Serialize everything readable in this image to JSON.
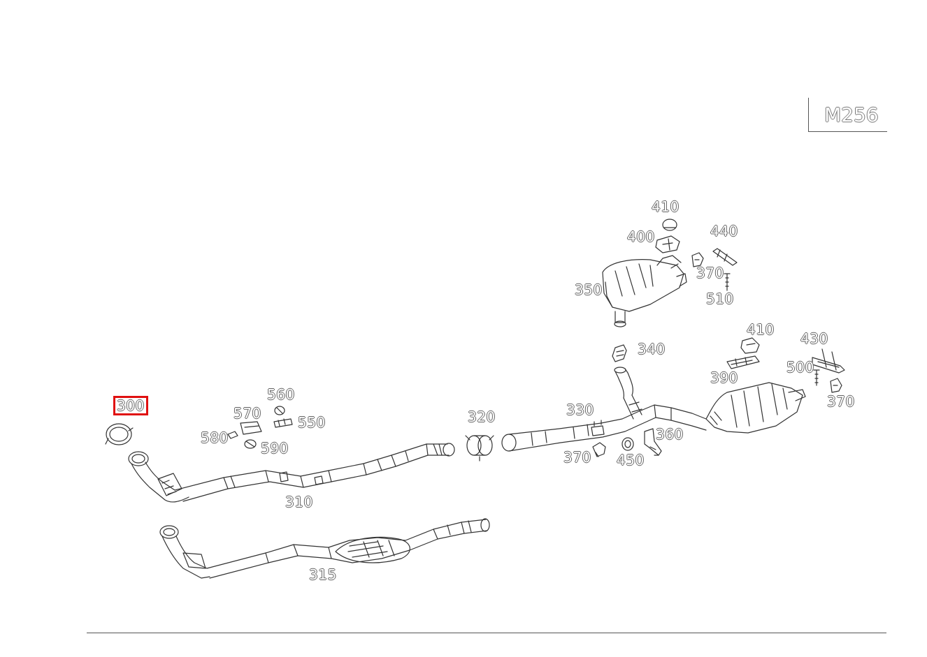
{
  "model": "M256",
  "selected_part": "300",
  "callouts": {
    "p300": "300",
    "p310": "310",
    "p315": "315",
    "p320": "320",
    "p330": "330",
    "p340": "340",
    "p350": "350",
    "p360": "360",
    "p370a": "370",
    "p370b": "370",
    "p370c": "370",
    "p390": "390",
    "p400": "400",
    "p410a": "410",
    "p410b": "410",
    "p430": "430",
    "p440": "440",
    "p450": "450",
    "p500": "500",
    "p510": "510",
    "p550": "550",
    "p560": "560",
    "p570": "570",
    "p580": "580",
    "p590": "590"
  },
  "colors": {
    "selection": "#e01010",
    "line": "#333333"
  }
}
